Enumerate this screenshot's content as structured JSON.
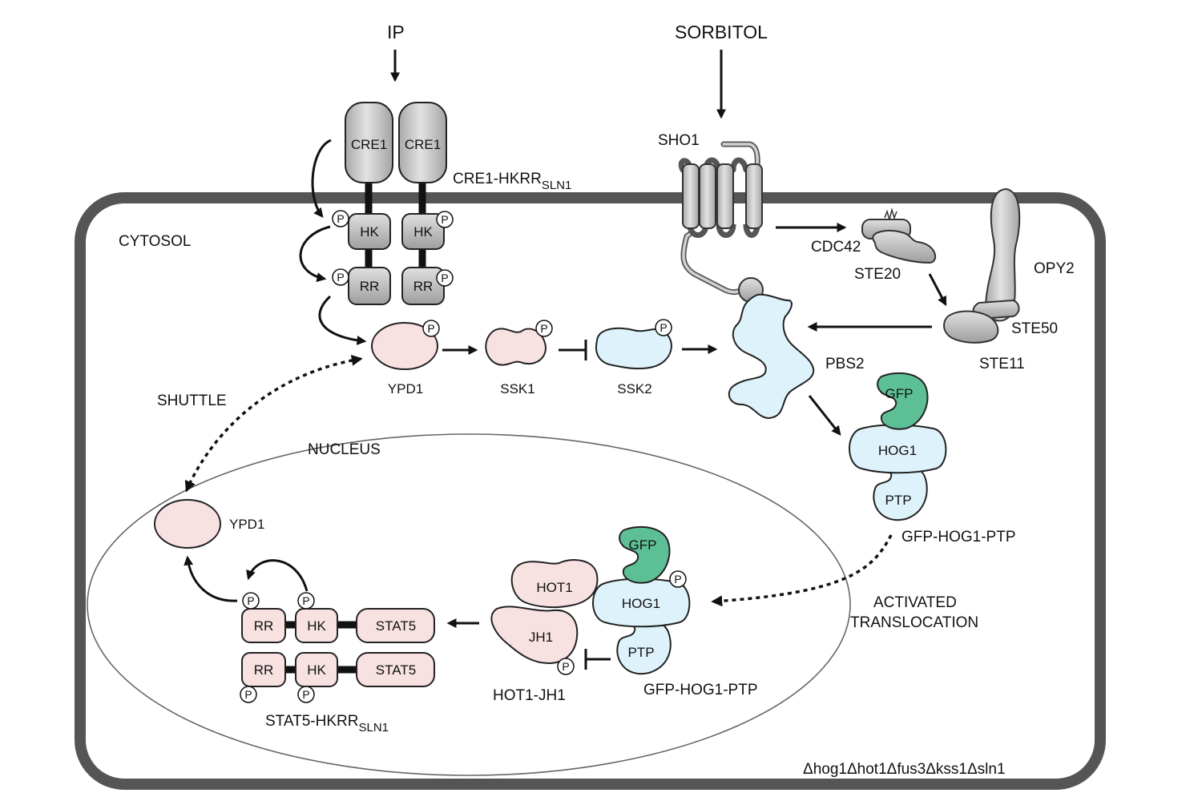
{
  "inputs": {
    "ip": "IP",
    "sorbitol": "SORBITOL"
  },
  "compartments": {
    "cytosol": "CYTOSOL",
    "nucleus": "NUCLEUS"
  },
  "receptor": {
    "cre1_a": "CRE1",
    "cre1_b": "CRE1",
    "hk_a": "HK",
    "hk_b": "HK",
    "rr_a": "RR",
    "rr_b": "RR",
    "name_main": "CRE1-HKRR",
    "name_sub": "SLN1"
  },
  "phospho": "P",
  "cytosol_proteins": {
    "ypd1": "YPD1",
    "ssk1": "SSK1",
    "ssk2": "SSK2",
    "pbs2": "PBS2",
    "sho1": "SHO1",
    "cdc42": "CDC42",
    "ste20": "STE20",
    "opy2": "OPY2",
    "ste50": "STE50",
    "ste11": "STE11"
  },
  "fusion_cytosol": {
    "gfp": "GFP",
    "hog1": "HOG1",
    "ptp": "PTP",
    "name": "GFP-HOG1-PTP"
  },
  "labels": {
    "shuttle": "SHUTTLE",
    "activated_line1": "ACTIVATED",
    "activated_line2": "TRANSLOCATION",
    "strain": "Δhog1Δhot1Δfus3Δkss1Δsln1"
  },
  "nucleus_proteins": {
    "ypd1": "YPD1",
    "hot1": "HOT1",
    "jh1": "JH1",
    "hot1_jh1": "HOT1-JH1",
    "gfp": "GFP",
    "hog1": "HOG1",
    "ptp": "PTP",
    "fusion_name": "GFP-HOG1-PTP",
    "rr_top": "RR",
    "hk_top": "HK",
    "stat5_top": "STAT5",
    "rr_bot": "RR",
    "hk_bot": "HK",
    "stat5_bot": "STAT5",
    "stat_name_main": "STAT5-HKRR",
    "stat_name_sub": "SLN1"
  },
  "colors": {
    "membrane": "#555555",
    "receptor_fill": "#c4c4c4",
    "pink": "#f8e1e1",
    "blue": "#ddf2fa",
    "green": "#5dbf95"
  }
}
